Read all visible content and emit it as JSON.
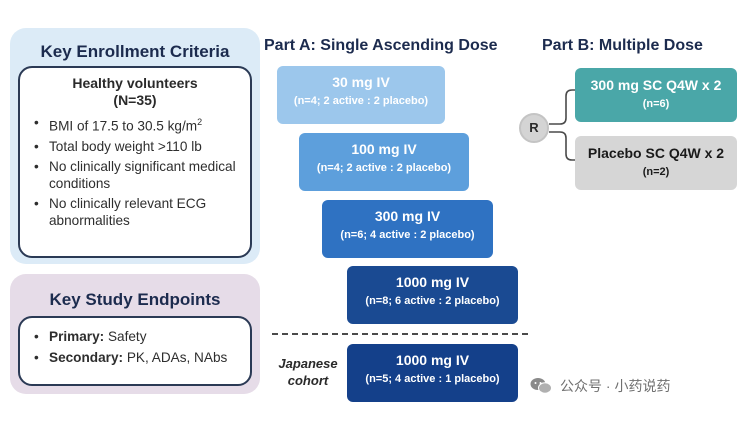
{
  "enrollment": {
    "title": "Key Enrollment Criteria",
    "subtitle": "Healthy volunteers",
    "n": "(N=35)",
    "bullet": "•",
    "criteria": [
      {
        "pre": "BMI of 17.5 to 30.5 kg/m",
        "sup": "2"
      },
      {
        "text": "Total body weight >110 lb"
      },
      {
        "text": "No clinically significant medical conditions"
      },
      {
        "text": "No clinically relevant ECG abnormalities"
      }
    ]
  },
  "endpoints": {
    "title": "Key Study Endpoints",
    "items": [
      {
        "label": "Primary:",
        "value": " Safety"
      },
      {
        "label": "Secondary:",
        "value": " PK, ADAs, NAbs"
      }
    ]
  },
  "part_a": {
    "title": "Part A: Single Ascending Dose",
    "doses": [
      {
        "dose": "30 mg IV",
        "n": "(n=4; 2 active : 2 placebo)"
      },
      {
        "dose": "100 mg IV",
        "n": "(n=4; 2 active : 2 placebo)"
      },
      {
        "dose": "300 mg IV",
        "n": "(n=6; 4 active : 2 placebo)"
      },
      {
        "dose": "1000 mg IV",
        "n": "(n=8; 6 active : 2 placebo)"
      }
    ],
    "japanese_label": "Japanese cohort",
    "japanese": {
      "dose": "1000 mg IV",
      "n": "(n=5; 4 active : 1 placebo)"
    }
  },
  "part_b": {
    "title": "Part B: Multiple Dose",
    "randomization": "R",
    "arms": [
      {
        "dose": "300 mg SC Q4W x 2",
        "n": "(n=6)"
      },
      {
        "dose": "Placebo SC Q4W x 2",
        "n": "(n=2)"
      }
    ]
  },
  "watermark": "公众号 · 小药说药",
  "colors": {
    "dose_30": "#9cc7ec",
    "dose_100": "#5d9fdc",
    "dose_300": "#2f72c2",
    "dose_1000": "#1a4a92",
    "dose_japanese": "#14408a",
    "arm_active": "#4aa7a8",
    "arm_placebo": "#d6d6d6",
    "enroll_bg": "#dcebf7",
    "endpoint_bg": "#e6dce8"
  }
}
